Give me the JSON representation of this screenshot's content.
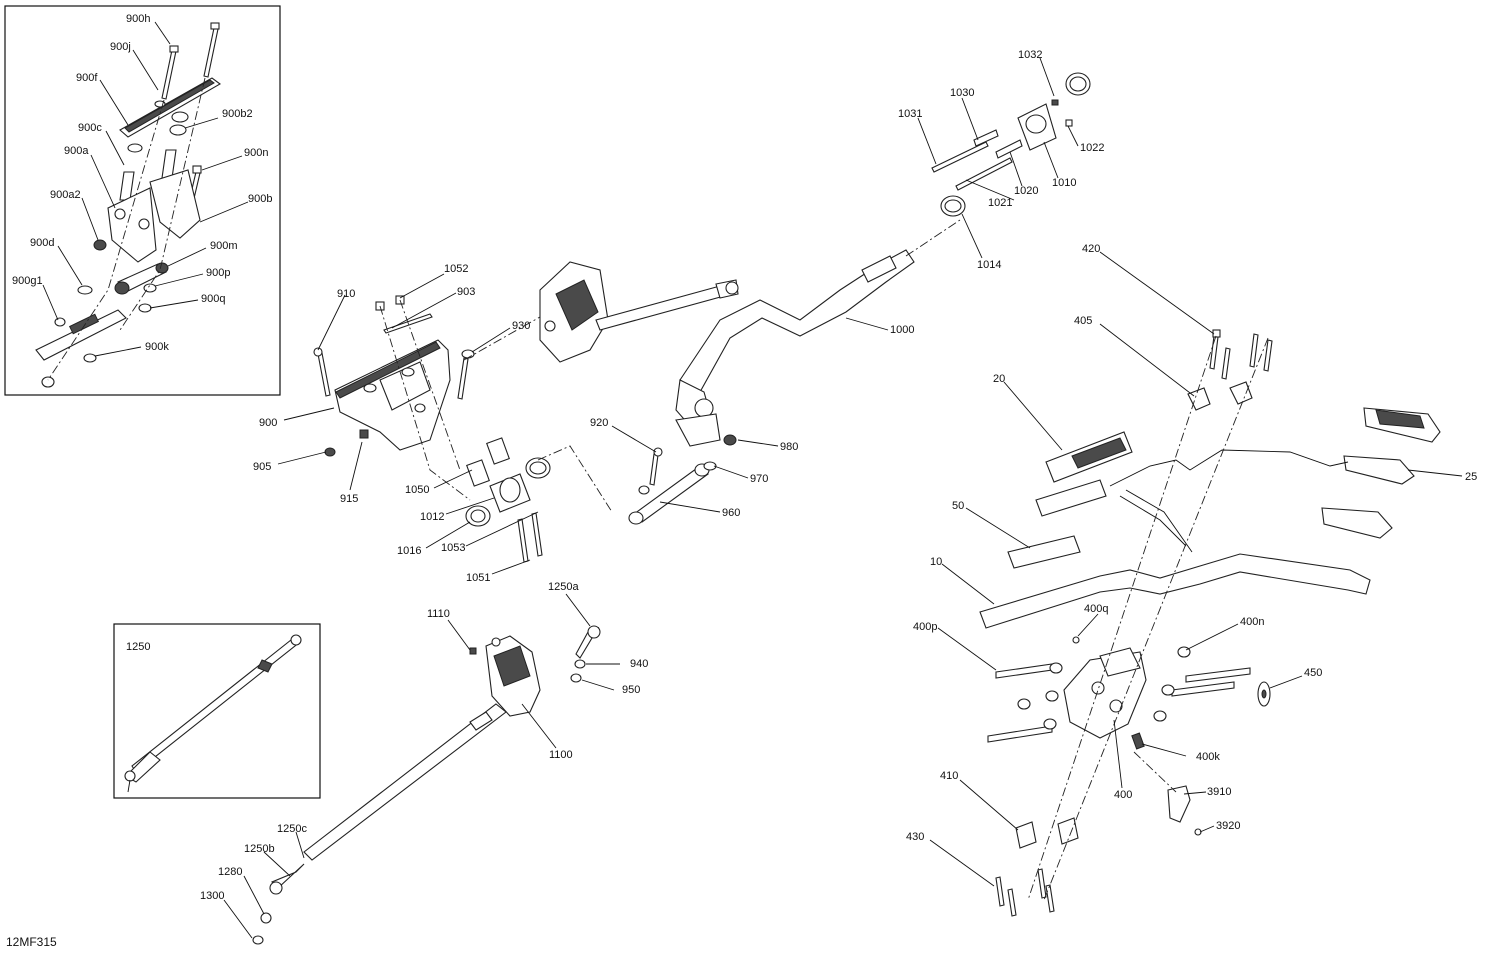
{
  "diagram": {
    "code": "12MF315",
    "callouts": {
      "c900h": "900h",
      "c900j": "900j",
      "c900f": "900f",
      "c900b2": "900b2",
      "c900c": "900c",
      "c900n": "900n",
      "c900a": "900a",
      "c900b": "900b",
      "c900a2": "900a2",
      "c900d": "900d",
      "c900m": "900m",
      "c900g1": "900g1",
      "c900p": "900p",
      "c900q": "900q",
      "c900k": "900k",
      "c910": "910",
      "c1052": "1052",
      "c903": "903",
      "c930": "930",
      "c900": "900",
      "c905": "905",
      "c915": "915",
      "c1050": "1050",
      "c1012": "1012",
      "c1016": "1016",
      "c1053": "1053",
      "c1051": "1051",
      "c920": "920",
      "c980": "980",
      "c970": "970",
      "c960": "960",
      "c1000": "1000",
      "c1031": "1031",
      "c1030": "1030",
      "c1032": "1032",
      "c1022": "1022",
      "c1010": "1010",
      "c1020": "1020",
      "c1021": "1021",
      "c1014": "1014",
      "c420": "420",
      "c405": "405",
      "c20": "20",
      "c25": "25",
      "c50": "50",
      "c10": "10",
      "c400q": "400q",
      "c400p": "400p",
      "c400n": "400n",
      "c450": "450",
      "c400k": "400k",
      "c400": "400",
      "c410": "410",
      "c3910": "3910",
      "c3920": "3920",
      "c430": "430",
      "c1250": "1250",
      "c1250a": "1250a",
      "c1110": "1110",
      "c940": "940",
      "c950": "950",
      "c1100": "1100",
      "c1250c": "1250c",
      "c1250b": "1250b",
      "c1280": "1280",
      "c1300": "1300"
    }
  }
}
